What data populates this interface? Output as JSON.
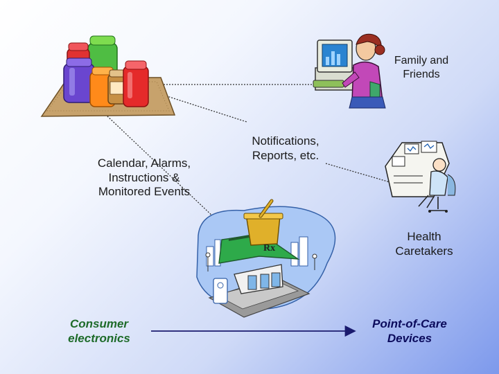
{
  "labels": {
    "family": "Family and\nFriends",
    "notifications": "Notifications,\nReports, etc.",
    "calendar": "Calendar, Alarms,\nInstructions &\nMonitored Events",
    "health": "Health\nCaretakers",
    "consumer": "Consumer\nelectronics",
    "poc": "Point-of-Care\nDevices"
  },
  "pharmacy_sign": "Rx",
  "colors": {
    "consumer_label": "#1e6b2a",
    "poc_label": "#0b0b5c",
    "connector": "#222222",
    "arrow": "#1a1a6e"
  },
  "icons": [
    "medicine-jars-icon",
    "family-computer-icon",
    "health-caretaker-workstation-icon",
    "pharmacy-building-icon"
  ]
}
